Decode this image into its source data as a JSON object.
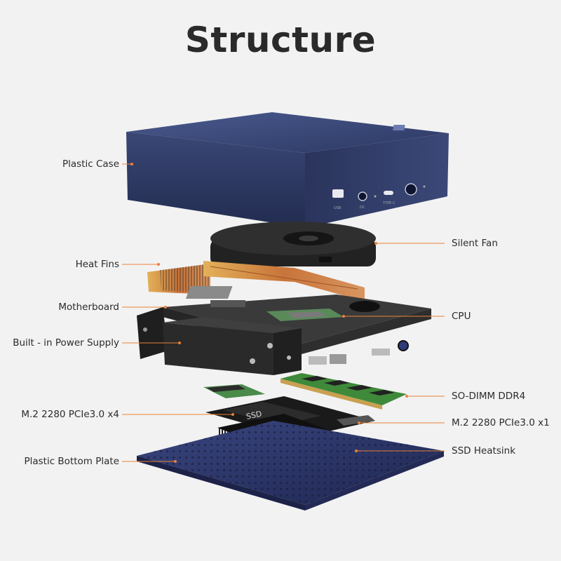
{
  "title": "Structure",
  "case_port_labels": [
    "USB",
    "DC",
    "TYPE-C"
  ],
  "ssd_label": "SSD",
  "labels": {
    "plastic_case": "Plastic Case",
    "heat_fins": "Heat Fins",
    "motherboard": "Motherboard",
    "power_supply": "Built - in Power Supply",
    "m2_x4": "M.2 2280 PCIe3.0 x4",
    "bottom_plate": "Plastic Bottom Plate",
    "silent_fan": "Silent Fan",
    "cpu": "CPU",
    "so_dimm": "SO-DIMM DDR4",
    "m2_x1": "M.2 2280 PCIe3.0 x1",
    "ssd_heatsink": "SSD Heatsink"
  },
  "colors": {
    "leader_line": "#e8823a",
    "case_blue": "#2e3a66",
    "copper": "#c8743a",
    "pcb": "#3a3a3a",
    "ram_green": "#3f8a3a"
  }
}
